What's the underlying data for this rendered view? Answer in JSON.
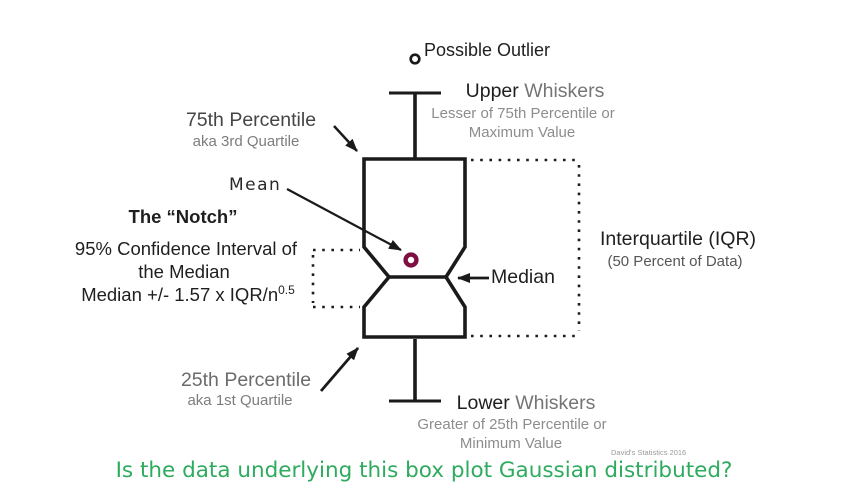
{
  "colors": {
    "ink": "#1f1f1f",
    "label_gray": "#7d7d7d",
    "mean_ring": "#7d1040",
    "question_green": "#2eab5e"
  },
  "icons": {
    "outlier_dot": "open-circle",
    "mean_dot": "maroon-ring"
  },
  "labels": {
    "possible_outlier": "Possible Outlier",
    "upper_whiskers": {
      "primary": "Upper",
      "secondary": "Whiskers",
      "sub1": "Lesser of 75th Percentile or",
      "sub2": "Maximum Value"
    },
    "p75": {
      "title": "75th Percentile",
      "sub": "aka 3rd Quartile"
    },
    "mean": "Mean",
    "notch": {
      "title": "The “Notch”",
      "line1": "95% Confidence Interval of",
      "line2": "the Median",
      "formula_base": "Median +/- 1.57 x IQR/n",
      "formula_exp": "0.5"
    },
    "median": "Median",
    "iqr": {
      "title": "Interquartile (IQR)",
      "sub": "(50 Percent of Data)"
    },
    "p25": {
      "title": "25th Percentile",
      "sub": "aka 1st Quartile"
    },
    "lower_whiskers": {
      "primary": "Lower",
      "secondary": "Whiskers",
      "sub1": "Greater of 25th Percentile or",
      "sub2": "Minimum Value"
    },
    "watermark": "David's Statistics 2016",
    "question": "Is the data underlying this box plot Gaussian distributed?"
  }
}
